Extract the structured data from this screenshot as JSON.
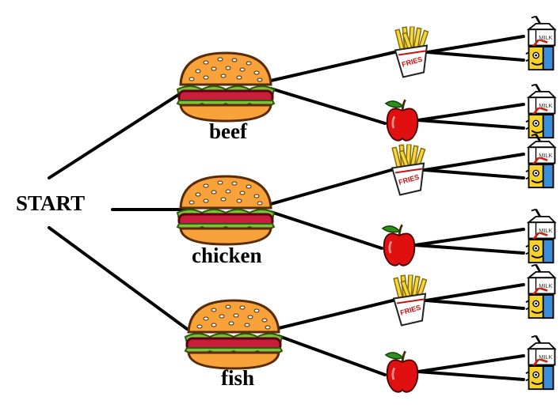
{
  "start_label": "START",
  "burgers": [
    {
      "label": "beef",
      "icon": "hamburger-icon"
    },
    {
      "label": "chicken",
      "icon": "hamburger-icon"
    },
    {
      "label": "fish",
      "icon": "hamburger-icon"
    }
  ],
  "sides": [
    {
      "icon": "french-fries-icon"
    },
    {
      "icon": "apple-icon"
    }
  ],
  "drinks": [
    {
      "icon": "milk-carton-icon"
    },
    {
      "icon": "juice-box-icon"
    }
  ],
  "carton_text": "MILK",
  "fries_box_text": "FRIES",
  "colors": {
    "line": "#000000",
    "bun": "#f7a23b",
    "bun_outline": "#5a2b00",
    "patty": "#c81e3c",
    "lettuce": "#7cc23a",
    "apple": "#e01010",
    "apple_leaf": "#2f8f1f",
    "fries": "#f5d742",
    "fries_box": "#ffffff",
    "juice_yellow": "#f6d22a",
    "juice_blue": "#3a8fd8"
  }
}
